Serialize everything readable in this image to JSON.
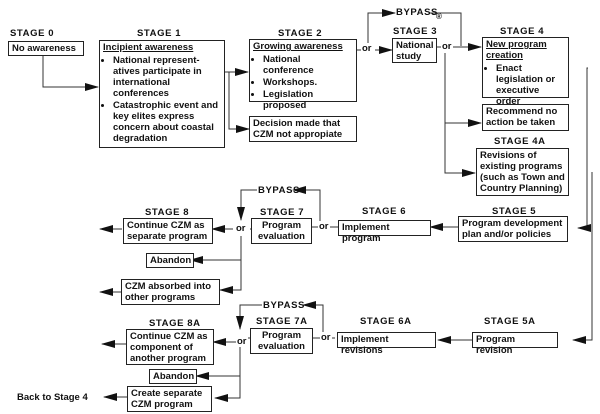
{
  "stages": {
    "s0": {
      "label": "STAGE 0",
      "title": "No awareness"
    },
    "s1": {
      "label": "STAGE 1",
      "title": "Incipient awareness",
      "bullets": [
        "National represent-atives participate in international conferences",
        "Catastrophic event and key elites express concern about coastal degradation"
      ]
    },
    "s2": {
      "label": "STAGE 2",
      "title": "Growing awareness",
      "bullets": [
        "National conference",
        "Workshops.",
        "Legislation proposed"
      ]
    },
    "s2b": {
      "title": "Decision made that CZM not appropiate"
    },
    "s3": {
      "label": "STAGE 3",
      "title": "National study"
    },
    "s4": {
      "label": "STAGE 4",
      "title": "New program creation",
      "bullets": [
        "Enact legislation or executive order"
      ]
    },
    "s4b": {
      "title": "Recommend no action be taken"
    },
    "s4a": {
      "label": "STAGE 4A",
      "title": "Revisions of existing programs (such as Town and Country Planning)"
    },
    "s5": {
      "label": "STAGE 5",
      "title": "Program development plan and/or policies"
    },
    "s6": {
      "label": "STAGE 6",
      "title": "Implement program"
    },
    "s7": {
      "label": "STAGE 7",
      "title": "Program evaluation"
    },
    "s8": {
      "label": "STAGE 8",
      "title": "Continue CZM as separate program"
    },
    "abandon1": {
      "title": "Abandon"
    },
    "absorbed": {
      "title": "CZM absorbed into other programs"
    },
    "s5a": {
      "label": "STAGE 5A",
      "title": "Program revision"
    },
    "s6a": {
      "label": "STAGE 6A",
      "title": "Implement revisions"
    },
    "s7a": {
      "label": "STAGE 7A",
      "title": "Program evaluation"
    },
    "s8a": {
      "label": "STAGE 8A",
      "title": "Continue CZM as component of another program"
    },
    "abandon2": {
      "title": "Abandon"
    },
    "separate": {
      "title": "Create separate CZM program"
    }
  },
  "connectors": {
    "or": "or",
    "bypass": "BYPASS",
    "circle_mark": "®",
    "back_to_stage4": "Back to Stage 4"
  }
}
